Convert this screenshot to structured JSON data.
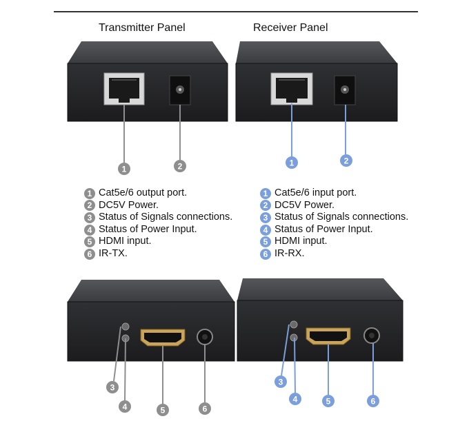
{
  "titles": {
    "transmitter": "Transmitter Panel",
    "receiver": "Receiver Panel"
  },
  "transmitter_legend": [
    {
      "num": "1",
      "text": "Cat5e/6 output port."
    },
    {
      "num": "2",
      "text": "DC5V Power."
    },
    {
      "num": "3",
      "text": "Status of Signals connections."
    },
    {
      "num": "4",
      "text": "Status of Power Input."
    },
    {
      "num": "5",
      "text": "HDMI input."
    },
    {
      "num": "6",
      "text": "IR-TX."
    }
  ],
  "receiver_legend": [
    {
      "num": "1",
      "text": "Cat5e/6 input port."
    },
    {
      "num": "2",
      "text": "DC5V Power."
    },
    {
      "num": "3",
      "text": "Status of Signals connections."
    },
    {
      "num": "4",
      "text": "Status of Power Input."
    },
    {
      "num": "5",
      "text": "HDMI input."
    },
    {
      "num": "6",
      "text": "IR-RX."
    }
  ],
  "callouts": {
    "tx_top": [
      "1",
      "2"
    ],
    "rx_top": [
      "1",
      "2"
    ],
    "tx_bottom": [
      "3",
      "4",
      "5",
      "6"
    ],
    "rx_bottom": [
      "3",
      "4",
      "5",
      "6"
    ]
  },
  "colors": {
    "transmitter_marker": "#8e8e8e",
    "receiver_marker": "#7a9fdc",
    "device_body": "#2a2a2c"
  }
}
